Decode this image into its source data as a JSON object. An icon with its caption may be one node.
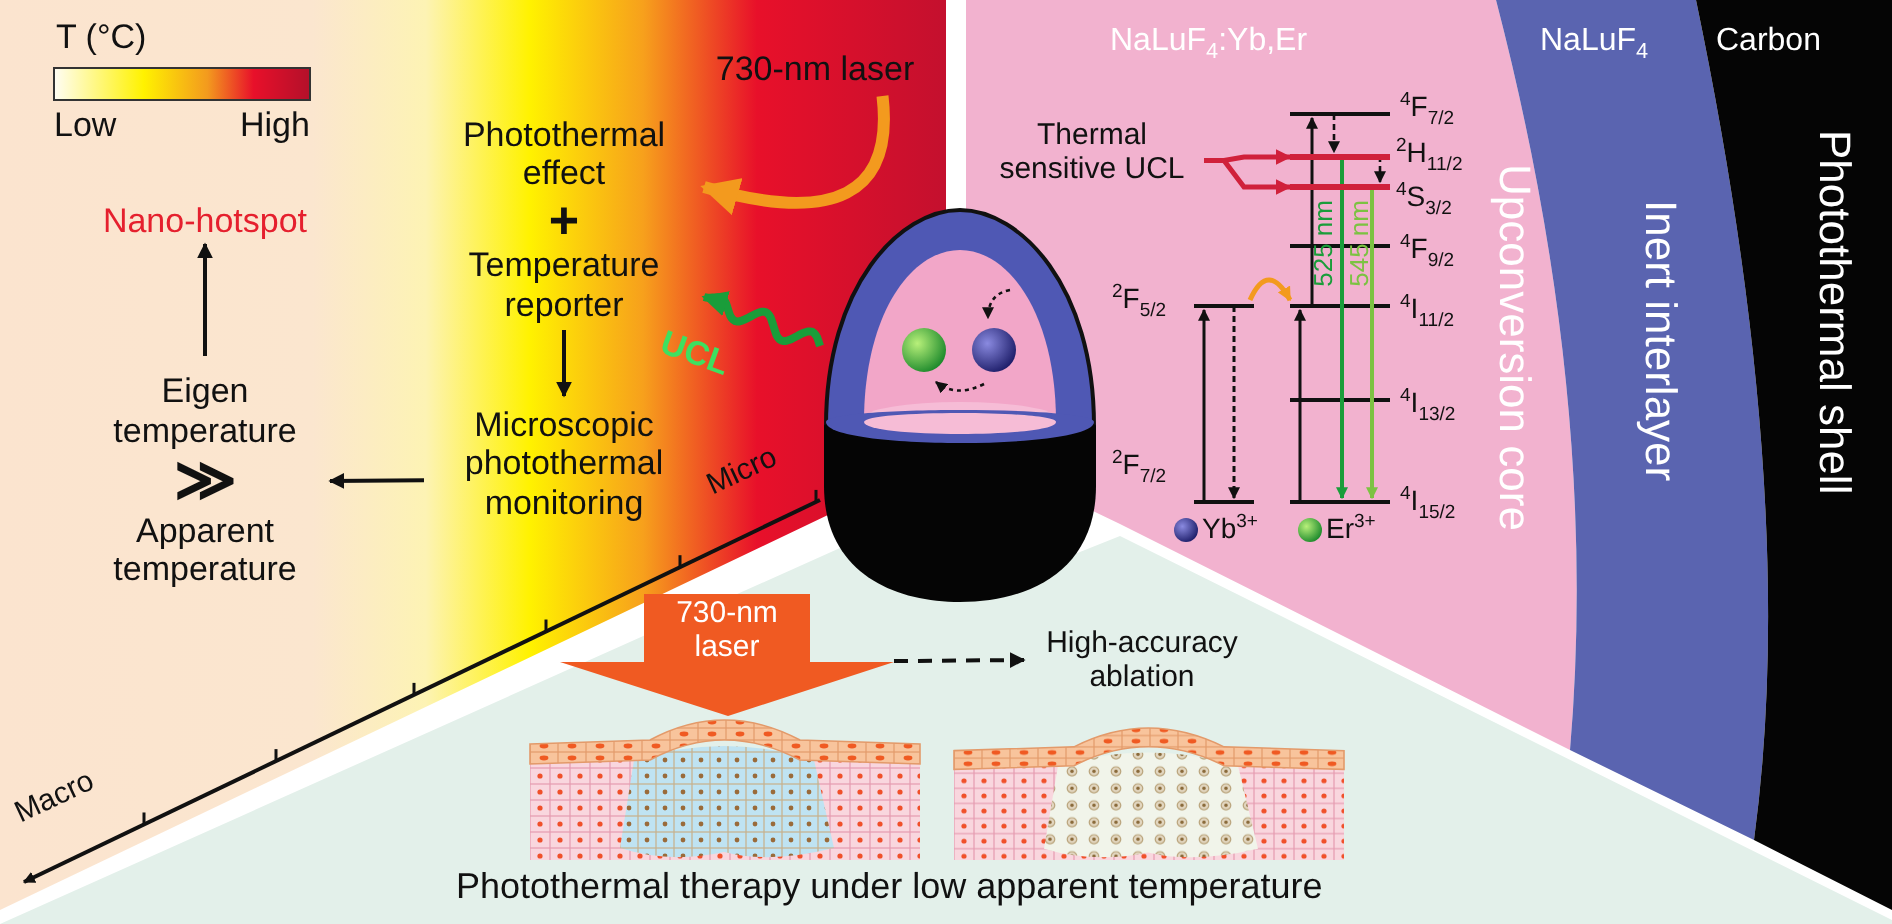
{
  "diagram": {
    "nodes": [
      {
        "text": [
          "Nano-hotspot"
        ]
      },
      {
        "text": [
          "Eigen temperature",
          "≫",
          "Apparent temperature"
        ]
      },
      {
        "text": [
          "Photothermal effect",
          "+",
          "Temperature reporter"
        ]
      },
      {
        "text": [
          "Microscopic photothermal monitoring"
        ]
      },
      {
        "text": [
          "730-nm laser"
        ]
      },
      {
        "text": [],
        "shape": "picture"
      },
      {
        "text": [
          "NaLuF$_{4}$:Yb,Er",
          "Upconversion core"
        ]
      },
      {
        "text": [
          "Thermal sensitive UCL"
        ],
        "in": 6
      },
      {
        "text": [
          "NaLuF$_{4}$",
          "Inert interlayer"
        ]
      },
      {
        "text": [
          "Carbon",
          "Photothermal shell"
        ]
      },
      {
        "text": [
          "730-nm laser"
        ]
      },
      {
        "text": [],
        "shape": "picture"
      },
      {
        "text": [
          "High-accuracy ablation"
        ]
      },
      {
        "text": [],
        "shape": "picture"
      },
      {
        "text": [],
        "shape": "bar",
        "in": 6
      },
      {
        "text": [],
        "shape": "bar",
        "in": 6
      }
    ],
    "edges": [
      {
        "from": 1,
        "to": 0,
        "arrow": "to"
      },
      {
        "from": 2,
        "to": 3,
        "arrow": "to"
      },
      {
        "from": 3,
        "to": 1,
        "arrow": "to"
      },
      {
        "from": 4,
        "to": 2,
        "arrow": "to",
        "style": "thick",
        "color": "#f39a1e"
      },
      {
        "from": 5,
        "to": 2,
        "arrow": "to",
        "label": "UCL",
        "style": "thick",
        "color": "#1a9d3a"
      },
      {
        "from": 7,
        "to": 14,
        "arrow": "to",
        "color": "#d0213b"
      },
      {
        "from": 7,
        "to": 15,
        "arrow": "to",
        "color": "#d0213b"
      },
      {
        "from": 10,
        "to": 12,
        "arrow": "to",
        "style": "dashed"
      }
    ],
    "labels": [
      "T (°C)",
      "Low",
      "High",
      "$^{4}$F$_{7/2}$",
      "$^{2}$H$_{11/2}$",
      "$^{4}$S$_{3/2}$",
      "$^{4}$F$_{9/2}$",
      "$^{2}$F$_{5/2}$",
      "525 nm",
      "545 nm",
      "$^{4}$I$_{11/2}$",
      "$^{4}$I$_{13/2}$",
      "$^{2}$F$_{7/2}$",
      "$^{4}$I$_{15/2}$",
      "Yb$^{3+}$",
      "Er$^{3+}$",
      "Micro",
      "Macro",
      "Photothermal therapy under low apparent temperature"
    ]
  }
}
